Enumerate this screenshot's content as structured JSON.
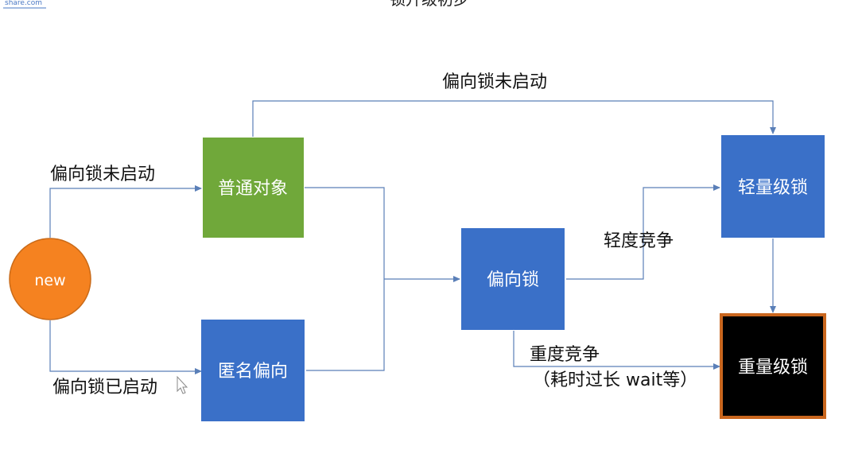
{
  "header": {
    "title": "锁升级初步",
    "logo_text": "share.com"
  },
  "nodes": {
    "new": {
      "label": "new",
      "color": "#F58220",
      "border": "#C96A18"
    },
    "normal_object": {
      "label": "普通对象",
      "color": "#70A83A"
    },
    "anonymous_biased": {
      "label": "匿名偏向",
      "color": "#3A70C8"
    },
    "biased_lock": {
      "label": "偏向锁",
      "color": "#3A70C8"
    },
    "lightweight_lock": {
      "label": "轻量级锁",
      "color": "#3A70C8"
    },
    "heavyweight_lock": {
      "label": "重量级锁",
      "color": "#000000",
      "border": "#C9661E"
    }
  },
  "edges": {
    "new_to_normal": "偏向锁未启动",
    "new_to_anonymous": "偏向锁已启动",
    "normal_to_lightweight": "偏向锁未启动",
    "biased_to_lightweight": "轻度竞争",
    "biased_to_heavyweight_line1": "重度竞争",
    "biased_to_heavyweight_line2": "（耗时过长 wait等）"
  },
  "colors": {
    "edge": "#5A7FB8"
  }
}
